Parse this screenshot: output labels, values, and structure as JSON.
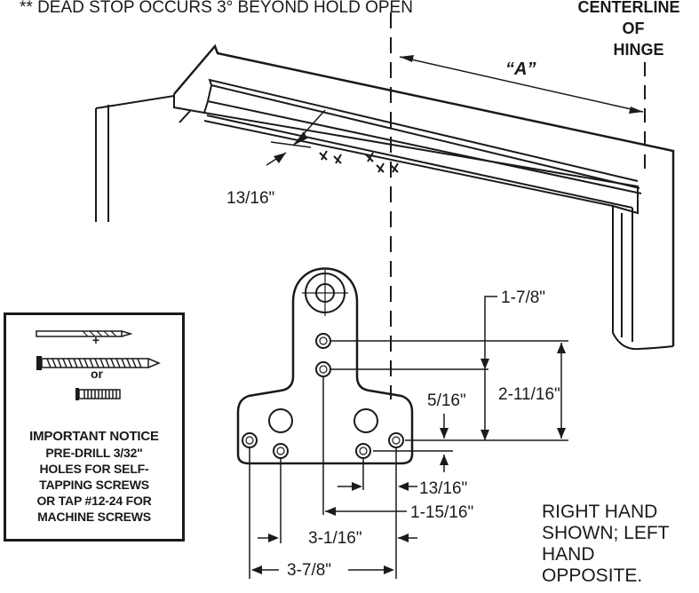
{
  "header": {
    "dead_stop_note": "** DEAD STOP OCCURS 3° BEYOND HOLD OPEN",
    "centerline_line1": "CENTERLINE",
    "centerline_line2": "OF",
    "centerline_line3": "HINGE"
  },
  "dimensions": {
    "a": "“A”",
    "frame_offset": "13/16\"",
    "top_hole": "1-7/8\"",
    "hole_span": "2-11/16\"",
    "bottom_offset": "5/16\"",
    "hole_spacing_small": "13/16\"",
    "hole_spacing_mid": "1-15/16\"",
    "hole_spacing_outer": "3-1/16\"",
    "plate_width": "3-7/8\""
  },
  "notice": {
    "plus": "+",
    "or": "or",
    "title": "IMPORTANT NOTICE",
    "lines": [
      "PRE-DRILL 3/32\"",
      "HOLES FOR SELF-",
      "TAPPING SCREWS",
      "OR TAP #12-24 FOR",
      "MACHINE SCREWS"
    ]
  },
  "hand_note": [
    "RIGHT HAND",
    "SHOWN; LEFT",
    "HAND",
    "OPPOSITE."
  ]
}
